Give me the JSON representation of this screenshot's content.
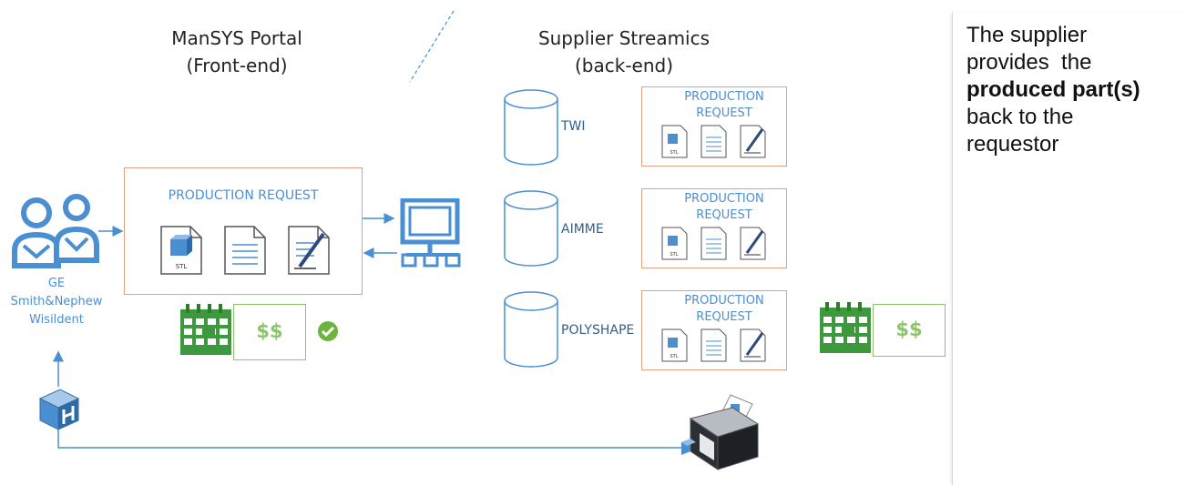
{
  "portal": {
    "title_line1": "ManSYS Portal",
    "title_line2": "(Front-end)"
  },
  "supplier": {
    "title_line1": "Supplier Streamics",
    "title_line2": "(back-end)"
  },
  "requestors": {
    "line1": "GE",
    "line2": "Smith&Nephew",
    "line3": "Wisildent"
  },
  "main_request": {
    "label": "PRODUCTION REQUEST",
    "stl_label": "STL"
  },
  "databases": [
    {
      "name": "TWI",
      "request_line1": "PRODUCTION",
      "request_line2": "REQUEST",
      "stl_label": "STL"
    },
    {
      "name": "AIMME",
      "request_line1": "PRODUCTION",
      "request_line2": "REQUEST",
      "stl_label": "STL"
    },
    {
      "name": "POLYSHAPE",
      "request_line1": "PRODUCTION",
      "request_line2": "REQUEST",
      "stl_label": "STL"
    }
  ],
  "payment": {
    "money": "$$"
  },
  "side_panel": {
    "line1": "The supplier",
    "line2": "provides  the",
    "line3": "produced part(s)",
    "line4": "back to the",
    "line5": "requestor"
  },
  "colors": {
    "blue": "#4a8fd1",
    "orange_border": "#e0a183",
    "green": "#8cc56a",
    "dark_green": "#3c9a3c"
  }
}
